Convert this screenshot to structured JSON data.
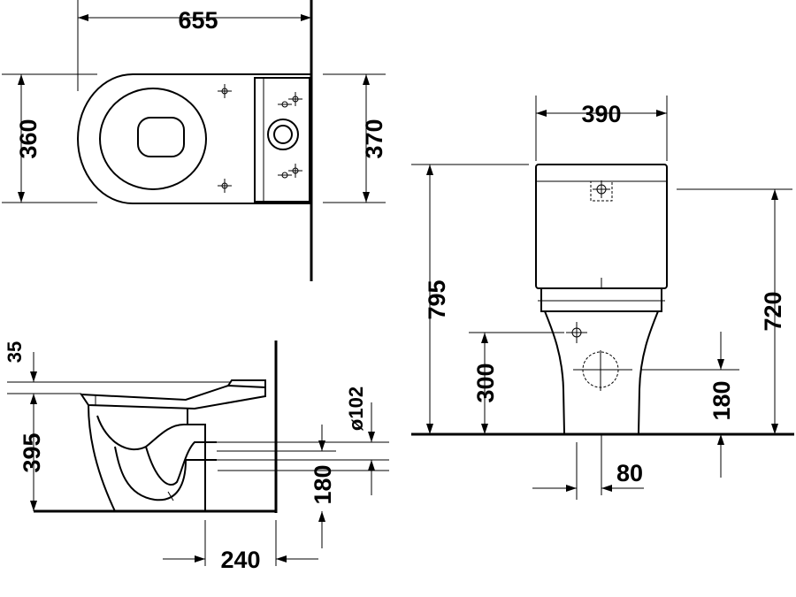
{
  "dimensions": {
    "top_width": "655",
    "top_depth_left": "360",
    "top_depth_right": "370",
    "front_tank_width": "390",
    "front_total_height": "795",
    "front_tank_height": "720",
    "front_inlet_height": "300",
    "front_outlet_height": "180",
    "front_outlet_offset": "80",
    "side_seat_thickness": "35",
    "side_bowl_height": "395",
    "side_outlet_diameter": "ø102",
    "side_outlet_height": "180",
    "side_outlet_depth": "240"
  }
}
